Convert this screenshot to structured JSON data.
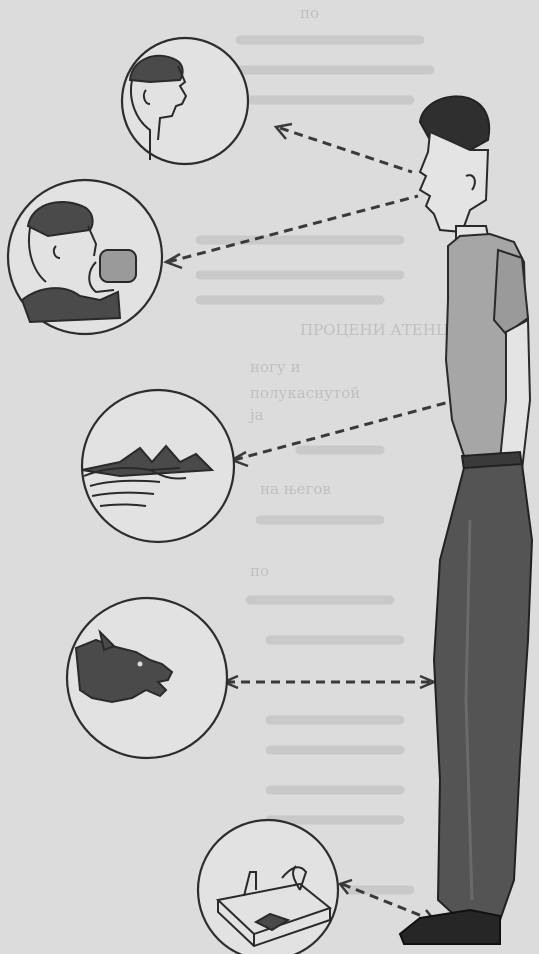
{
  "figure": {
    "subject": "standing-man",
    "senses": [
      {
        "id": "hearing",
        "icon": "head-with-ear-icon"
      },
      {
        "id": "taste",
        "icon": "person-drinking-icon"
      },
      {
        "id": "touch",
        "icon": "hand-on-grass-icon"
      },
      {
        "id": "smell",
        "icon": "animal-head-icon"
      },
      {
        "id": "pain",
        "icon": "tacks-on-board-icon"
      }
    ]
  },
  "background_text": {
    "heading": "ПРОЦЕНИ АТЕНЦИЈА",
    "lines": [
      "ногу и",
      "полукаснутой",
      "ја",
      "на његов",
      "по"
    ]
  },
  "colors": {
    "paper": "#dcdcdc",
    "ink": "#2a2a2a",
    "fill": "#4a4a4a"
  }
}
